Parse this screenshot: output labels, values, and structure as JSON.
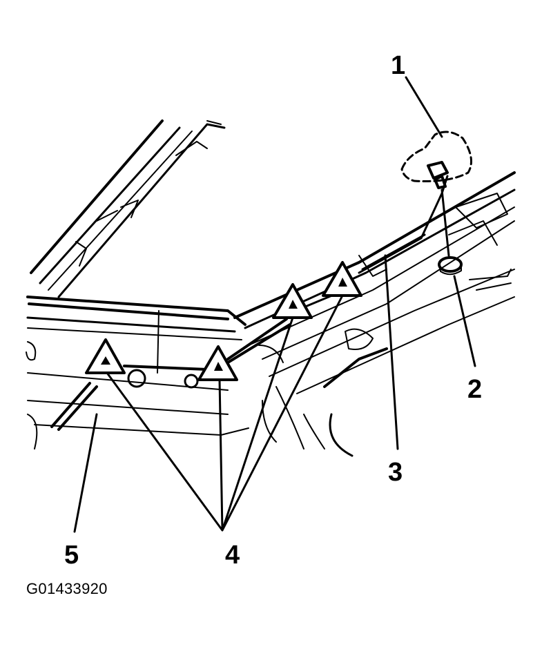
{
  "callouts": {
    "c1": "1",
    "c2": "2",
    "c3": "3",
    "c4": "4",
    "c5": "5"
  },
  "figure_code": "G01433920",
  "colors": {
    "ink": "#000000",
    "paper": "#ffffff"
  },
  "icons": {
    "warning_markers": "warning-triangle-icon",
    "fasteners": "retainer-clip-icon"
  }
}
